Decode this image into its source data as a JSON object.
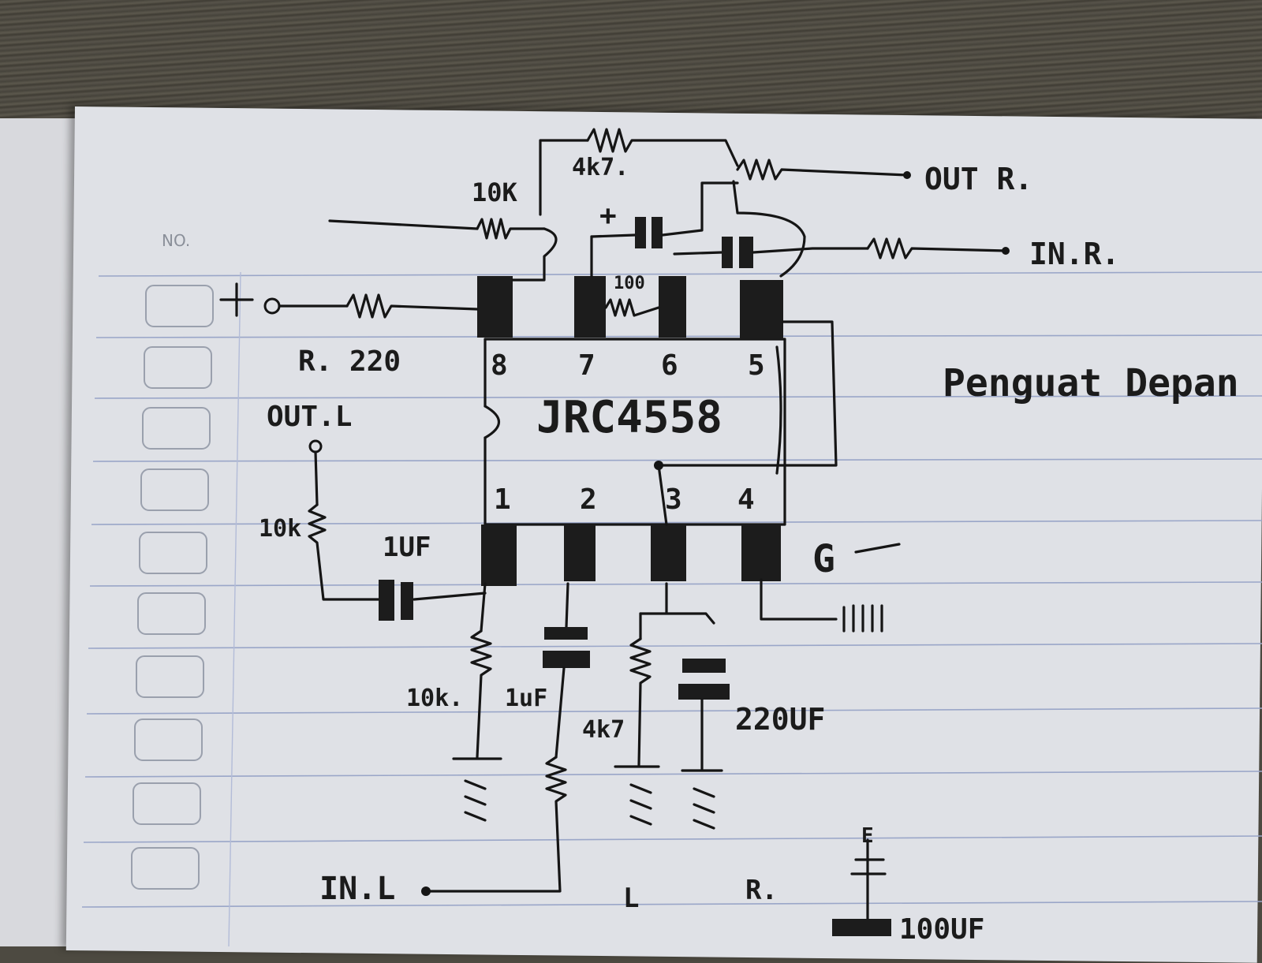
{
  "notebook": {
    "number_label": "NO."
  },
  "title": "Penguat Depan",
  "ic": {
    "name": "JRC4558",
    "pins_top": [
      "8",
      "7",
      "6",
      "5"
    ],
    "pins_bottom": [
      "1",
      "2",
      "3",
      "4"
    ]
  },
  "labels": {
    "feedback_top": "4k7.",
    "r_10k_top": "10K",
    "supply_plus": "+",
    "r_220": "R. 220",
    "cap_100": "100",
    "out_r": "OUT R.",
    "in_r": "IN.R.",
    "out_l": "OUT.L",
    "r_10k_left": "10k",
    "cap_1uf_left": "1UF",
    "r_10k_bottom": "10k.",
    "cap_1uf_bottom": "1uF",
    "r_4k7_bottom": "4k7",
    "cap_220uf": "220UF",
    "ground_label": "G",
    "in_l": "IN.L",
    "channel_l": "L",
    "channel_r": "R.",
    "cap_100uf": "100UF",
    "mark_e": "E"
  }
}
